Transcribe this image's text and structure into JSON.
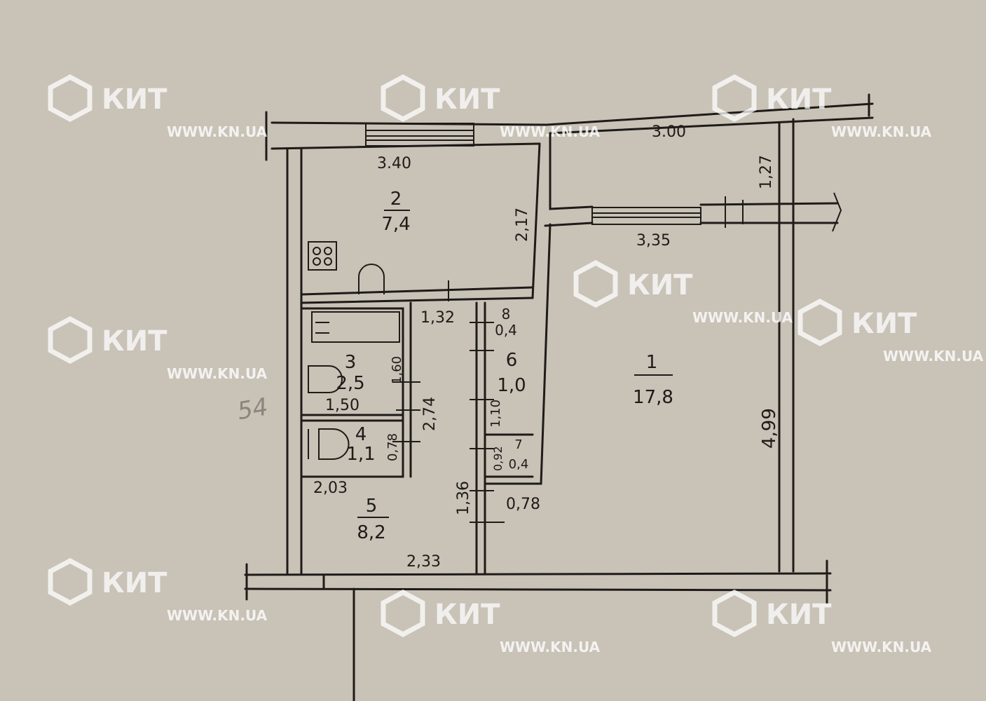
{
  "watermark": {
    "brand": "КИТ",
    "url": "WWW.KN.UA"
  },
  "pencil_mark": "54",
  "rooms": [
    {
      "number": "1",
      "area": "17,8"
    },
    {
      "number": "2",
      "area": "7,4"
    },
    {
      "number": "3",
      "area": "2,5"
    },
    {
      "number": "4",
      "area": "1,1"
    },
    {
      "number": "5",
      "area": "8,2"
    },
    {
      "number": "6",
      "area": "1,0"
    },
    {
      "number": "7",
      "area": "0,4"
    },
    {
      "number": "8",
      "area": "0,4"
    }
  ],
  "dimensions": {
    "kitchen_width": "3.40",
    "balcony_length": "3.00",
    "balcony_depth": "1,27",
    "kitchen_depth": "2,17",
    "room1_window_wall": "3,35",
    "hall_top": "1,32",
    "bath_depth": "1,60",
    "bath_block": "2,74",
    "bath_width": "1,50",
    "wc_depth": "0,78",
    "hall_width": "2,03",
    "corridor_segment": "1,36",
    "closet6_depth": "1,10",
    "closet7_depth": "0,92",
    "closet7_width": "0,78",
    "bottom_wall": "2,33",
    "room1_depth": "4,99"
  }
}
